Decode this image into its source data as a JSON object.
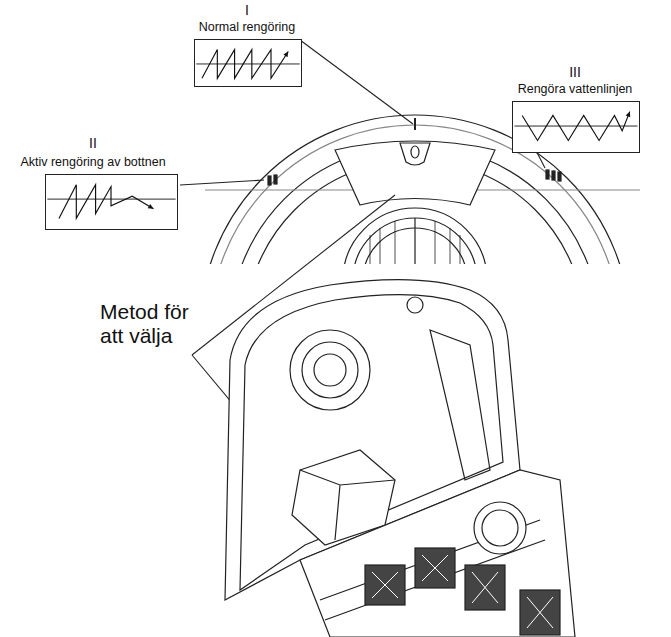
{
  "diagram": {
    "nodes": [
      {
        "text": [
          "I",
          "Normal rengöring"
        ]
      },
      {
        "text": [
          "II",
          "Aktiv rengöring av bottnen"
        ]
      },
      {
        "text": [
          "III",
          "Rengöra vattenlinjen"
        ]
      }
    ],
    "labels": [
      "Metod för att välja"
    ]
  }
}
